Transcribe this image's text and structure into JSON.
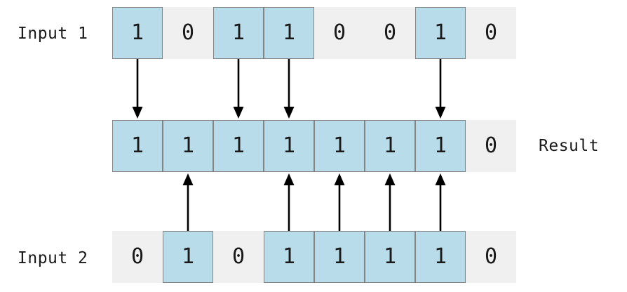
{
  "diagram": {
    "title": "bitwise-or-visualization",
    "colors": {
      "bit_one_fill": "#b8dcea",
      "bit_one_border": "#848484",
      "bit_zero_fill": "#f0f0f0",
      "text": "#1a1a1a",
      "arrow": "#000000",
      "background": "#ffffff"
    },
    "rows": [
      {
        "id": "input1",
        "label": "Input 1",
        "label_side": "left",
        "bits": [
          "1",
          "0",
          "1",
          "1",
          "0",
          "0",
          "1",
          "0"
        ]
      },
      {
        "id": "result",
        "label": "Result",
        "label_side": "right",
        "bits": [
          "1",
          "1",
          "1",
          "1",
          "1",
          "1",
          "1",
          "0"
        ]
      },
      {
        "id": "input2",
        "label": "Input 2",
        "label_side": "left",
        "bits": [
          "0",
          "1",
          "0",
          "1",
          "1",
          "1",
          "1",
          "0"
        ]
      }
    ],
    "arrows": {
      "down_from_input1_columns": [
        0,
        2,
        3,
        6
      ],
      "up_from_input2_columns": [
        1,
        3,
        4,
        5,
        6
      ]
    }
  }
}
